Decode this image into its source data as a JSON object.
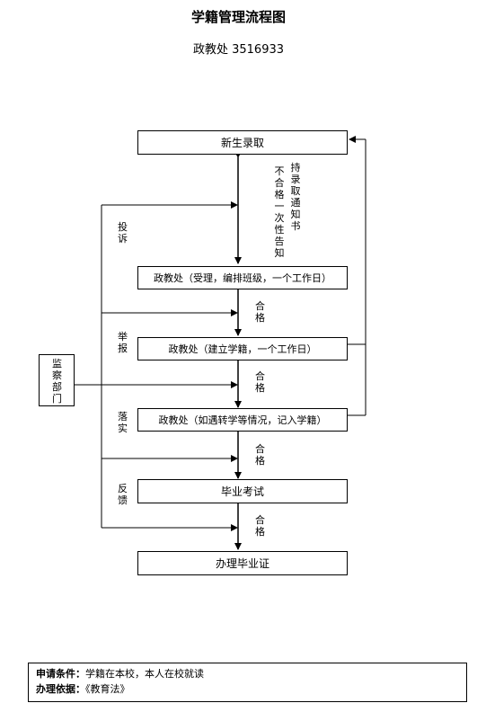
{
  "header": {
    "title": "学籍管理流程图",
    "subtitle": "政教处  3516933"
  },
  "nodes": {
    "enroll": "新生录取",
    "step1": "政教处（受理，编排班级，一个工作日）",
    "step2": "政教处（建立学籍，一个工作日）",
    "step3": "政教处（如遇转学等情况，记入学籍）",
    "exam": "毕业考试",
    "certificate": "办理毕业证"
  },
  "labels": {
    "hold_notice": "持录取通知书",
    "fail_notice": "不合格一次性告知",
    "pass1": "合格",
    "pass2": "合格",
    "pass3": "合格",
    "pass4": "合格",
    "complaint": "投诉",
    "report": "举报",
    "implement": "落实",
    "feedback": "反馈",
    "supervisor": "监察部门"
  },
  "footer": {
    "condition_label": "申请条件：",
    "condition_value": "学籍在本校，本人在校就读",
    "basis_label": "办理依据：",
    "basis_value": "《教育法》"
  }
}
